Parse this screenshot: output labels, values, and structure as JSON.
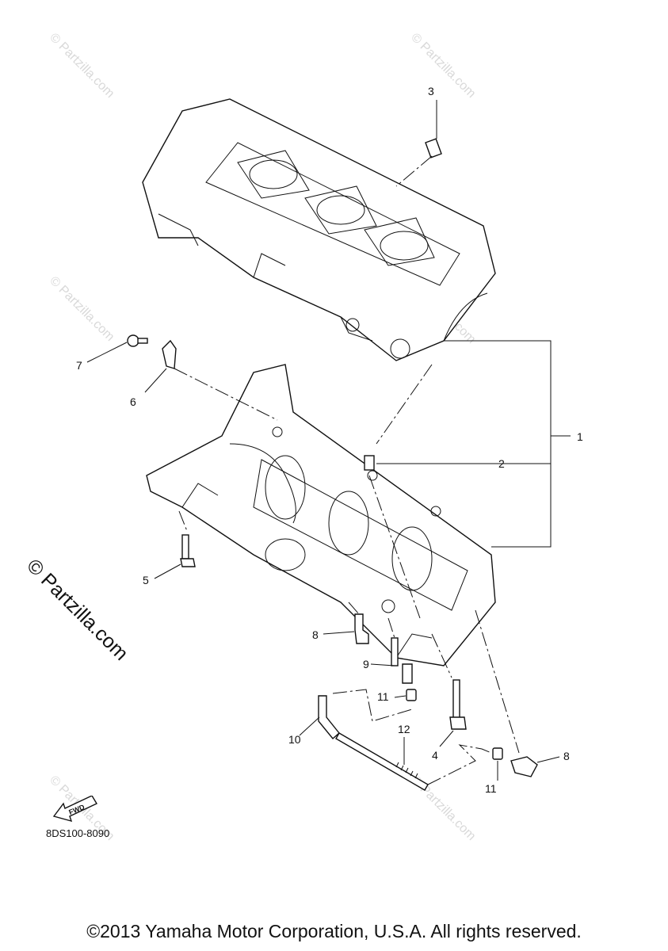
{
  "diagram": {
    "callouts": [
      "1",
      "2",
      "3",
      "4",
      "5",
      "6",
      "7",
      "8",
      "8",
      "9",
      "10",
      "11",
      "11",
      "12"
    ],
    "reference_code": "8DS100-8090",
    "fwd_label": "FWD"
  },
  "watermark": {
    "small_text": "© Partzilla.com",
    "large_text": "© Partzilla.com"
  },
  "footer": {
    "copyright": "©2013 Yamaha Motor Corporation, U.S.A. All rights reserved."
  }
}
